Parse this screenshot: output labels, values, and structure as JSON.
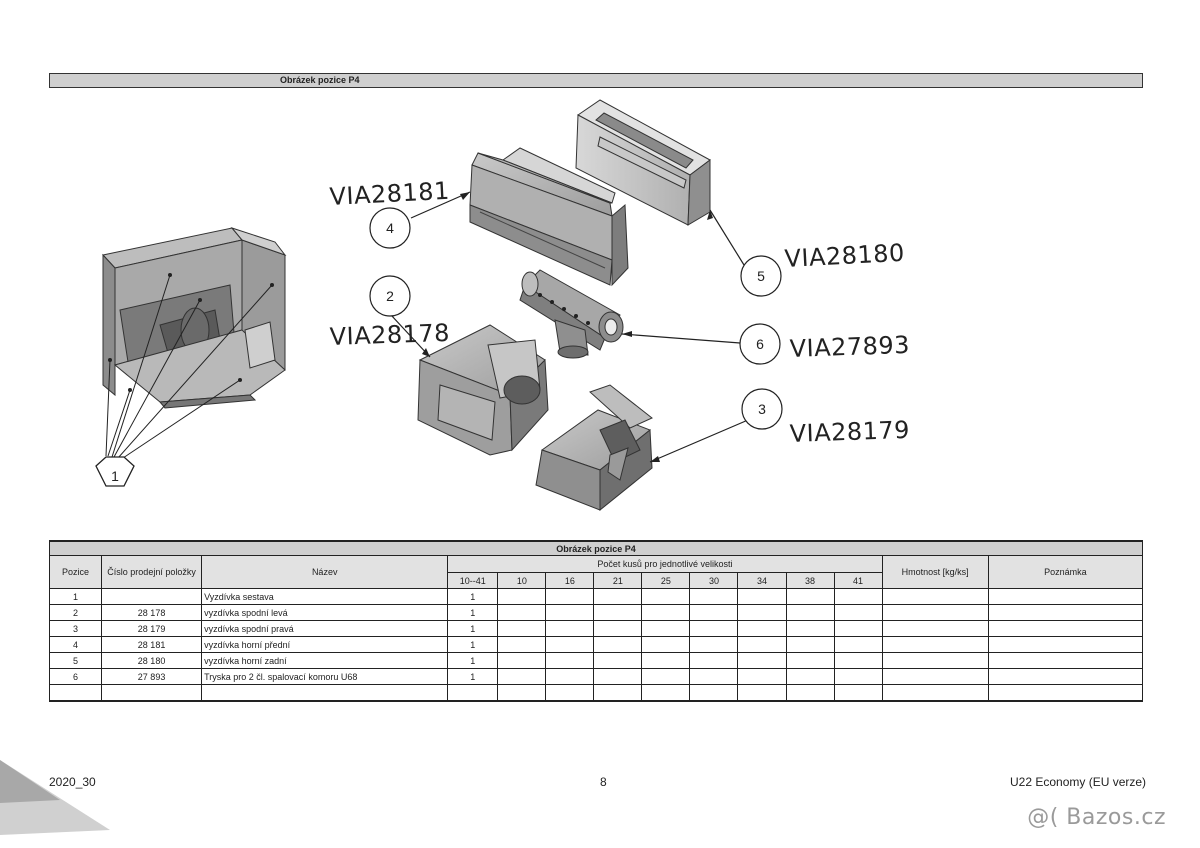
{
  "figure": {
    "title": "Obrázek pozice P4",
    "callouts": [
      {
        "num": "1",
        "part": ""
      },
      {
        "num": "2",
        "part": "VIA28178"
      },
      {
        "num": "3",
        "part": "VIA28179"
      },
      {
        "num": "4",
        "part": "VIA28181"
      },
      {
        "num": "5",
        "part": "VIA28180"
      },
      {
        "num": "6",
        "part": "VIA27893"
      }
    ]
  },
  "table": {
    "caption": "Obrázek pozice P4",
    "headers": {
      "pozice": "Pozice",
      "cislo": "Číslo prodejní položky",
      "nazev": "Název",
      "pocet": "Počet kusů pro jednotlivé velikosti",
      "hmotnost": "Hmotnost [kg/ks]",
      "poznamka": "Poznámka"
    },
    "sizes": [
      "10--41",
      "10",
      "16",
      "21",
      "25",
      "30",
      "34",
      "38",
      "41"
    ],
    "rows": [
      {
        "pozice": "1",
        "cislo": "",
        "nazev": "Vyzdívka sestava",
        "qty": "1"
      },
      {
        "pozice": "2",
        "cislo": "28 178",
        "nazev": "vyzdívka spodní levá",
        "qty": "1"
      },
      {
        "pozice": "3",
        "cislo": "28 179",
        "nazev": "vyzdívka spodní pravá",
        "qty": "1"
      },
      {
        "pozice": "4",
        "cislo": "28 181",
        "nazev": "vyzdívka horní přední",
        "qty": "1"
      },
      {
        "pozice": "5",
        "cislo": "28 180",
        "nazev": "vyzdívka horní zadní",
        "qty": "1"
      },
      {
        "pozice": "6",
        "cislo": "27 893",
        "nazev": "Tryska pro 2 čl. spalovací komoru U68",
        "qty": "1"
      }
    ]
  },
  "footer": {
    "left": "2020_30",
    "page": "8",
    "right": "U22 Economy  (EU verze)"
  },
  "watermark": "@( Bazos.cz"
}
